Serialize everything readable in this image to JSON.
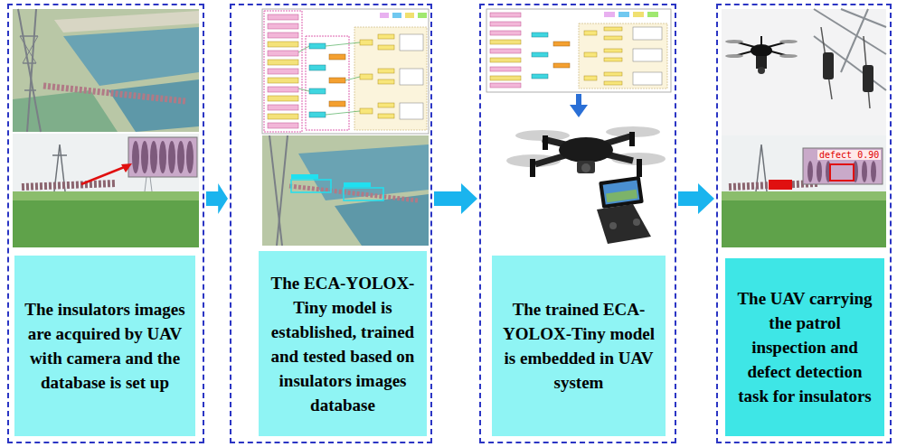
{
  "diagram": {
    "nodes": [
      {
        "text": [
          "The insulators images are acquired by UAV with camera and the database is set up"
        ]
      },
      {
        "text": [
          "The ECA-YOLOX-Tiny model is established, trained and tested based on insulators images database"
        ]
      },
      {
        "text": [
          "The trained ECA-YOLOX-Tiny model is embedded in UAV system"
        ]
      },
      {
        "text": [
          "The UAV carrying the patrol inspection and defect detection task for insulators"
        ]
      }
    ],
    "edges": [
      {
        "from": 0,
        "to": 1,
        "arrow": "to"
      },
      {
        "from": 1,
        "to": 2,
        "arrow": "to"
      },
      {
        "from": 2,
        "to": 3,
        "arrow": "to"
      }
    ],
    "labels": [
      "defect 0.90"
    ]
  }
}
